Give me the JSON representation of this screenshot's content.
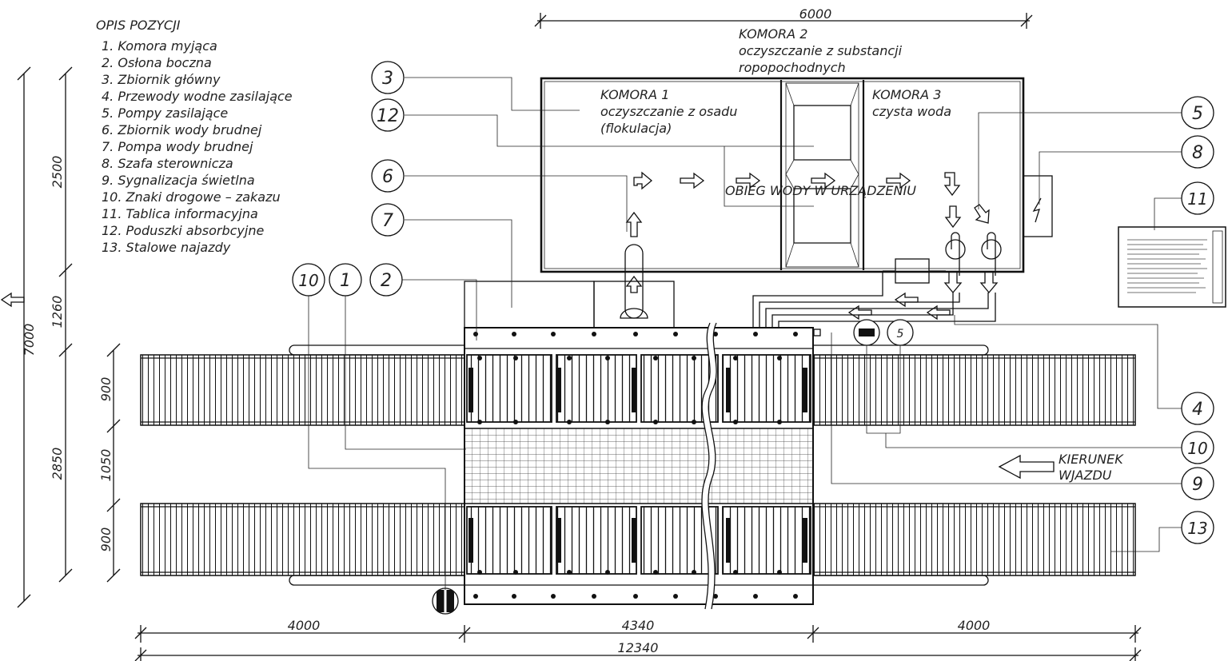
{
  "legend": {
    "title": "OPIS POZYCJI",
    "items": [
      "1.  Komora myjąca",
      "2.  Osłona boczna",
      "3.  Zbiornik główny",
      "4.  Przewody wodne zasilające",
      "5.  Pompy zasilające",
      "6.  Zbiornik wody brudnej",
      "7.  Pompa wody brudnej",
      "8.  Szafa sterownicza",
      "9.  Sygnalizacja świetlna",
      "10.  Znaki drogowe – zakazu",
      "11.  Tablica informacyjna",
      "12.  Poduszki absorbcyjne",
      "13.  Stalowe najazdy"
    ]
  },
  "tank": {
    "komora2_title": "KOMORA 2",
    "komora2_line1": "oczyszczanie z substancji",
    "komora2_line2": "ropopochodnych",
    "komora1_title": "KOMORA 1",
    "komora1_line1": "oczyszczanie z osadu",
    "komora1_line2": "(flokulacja)",
    "komora3_title": "KOMORA 3",
    "komora3_line1": "czysta woda",
    "flow_label": "OBIEG WODY W URZĄDZENIU"
  },
  "direction": {
    "line1": "KIERUNEK",
    "line2": "WJAZDU"
  },
  "dimensions": {
    "tank_width": "6000",
    "total_height": "7000",
    "h1": "2500",
    "h2": "1260",
    "h3": "2850",
    "h4": "900",
    "h5": "1050",
    "h6": "900",
    "w_left": "4000",
    "w_mid": "4340",
    "w_right": "4000",
    "w_total": "12340"
  },
  "callouts": {
    "c1": "1",
    "c2": "2",
    "c3": "3",
    "c4": "4",
    "c5": "5",
    "c6": "6",
    "c7": "7",
    "c8": "8",
    "c9": "9",
    "c10a": "10",
    "c10b": "10",
    "c11": "11",
    "c12": "12",
    "c13": "13"
  },
  "sign_5": "5"
}
